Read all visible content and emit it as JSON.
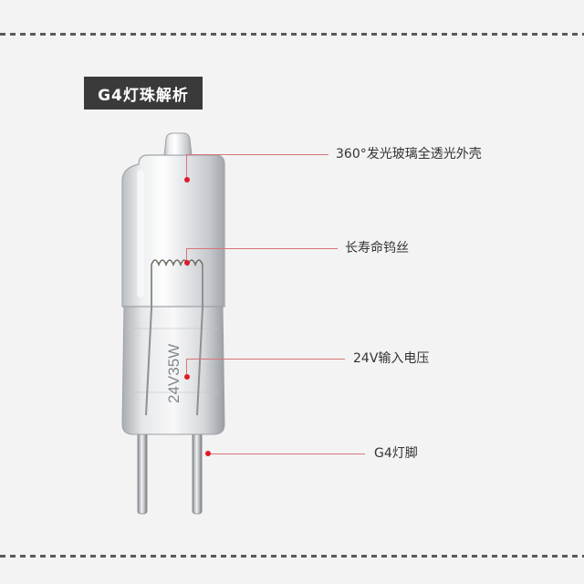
{
  "title": "G4灯珠解析",
  "bulb_print": "24V35W",
  "accent_color": "#e0192b",
  "callouts": [
    {
      "label": "360°发光玻璃全透光外壳"
    },
    {
      "label": "长寿命钨丝"
    },
    {
      "label": "24V输入电压"
    },
    {
      "label": "G4灯脚"
    }
  ]
}
